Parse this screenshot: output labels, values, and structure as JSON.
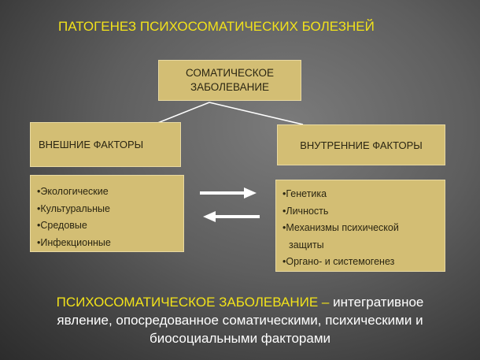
{
  "title": "ПАТОГЕНЕЗ ПСИХОСОМАТИЧЕСКИХ БОЛЕЗНЕЙ",
  "center_box": {
    "line1": "СОМАТИЧЕСКОЕ",
    "line2": "ЗАБОЛЕВАНИЕ"
  },
  "left_head": "ВНЕШНИЕ ФАКТОРЫ",
  "right_head": "ВНУТРЕННИЕ ФАКТОРЫ",
  "left_items": [
    "•Экологические",
    "•Культуральные",
    "•Средовые",
    "•Инфекционные"
  ],
  "right_items": [
    "•Генетика",
    "•Личность",
    "•Механизмы психической",
    "защиты",
    "•Органо- и системогенез"
  ],
  "bottom": {
    "term": "ПСИХОСОМАТИЧЕСКОЕ ЗАБОЛЕВАНИЕ",
    "dash": " – ",
    "line1_rest": "интегративное",
    "line2": "явление, опосредованное соматическими, психическими и",
    "line3": "биосоциальными факторами"
  },
  "colors": {
    "title": "#f2e21a",
    "box_fill": "#d3be74",
    "connector": "#ffffff"
  }
}
